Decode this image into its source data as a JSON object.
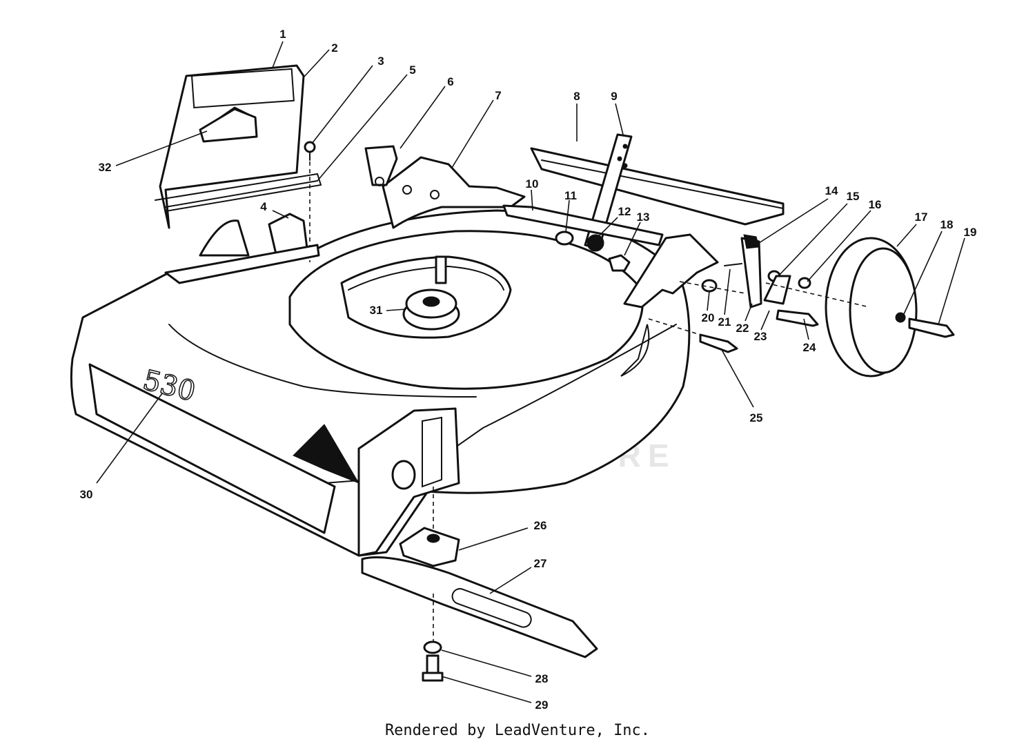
{
  "diagram": {
    "deck_decal": "530",
    "watermark": "LEADVENTURE",
    "footer": "Rendered by LeadVenture, Inc.",
    "callouts": [
      "1",
      "2",
      "3",
      "4",
      "5",
      "6",
      "7",
      "8",
      "9",
      "10",
      "11",
      "12",
      "13",
      "14",
      "15",
      "16",
      "17",
      "18",
      "19",
      "20",
      "21",
      "22",
      "23",
      "24",
      "25",
      "26",
      "27",
      "28",
      "29",
      "30",
      "31",
      "32"
    ]
  }
}
